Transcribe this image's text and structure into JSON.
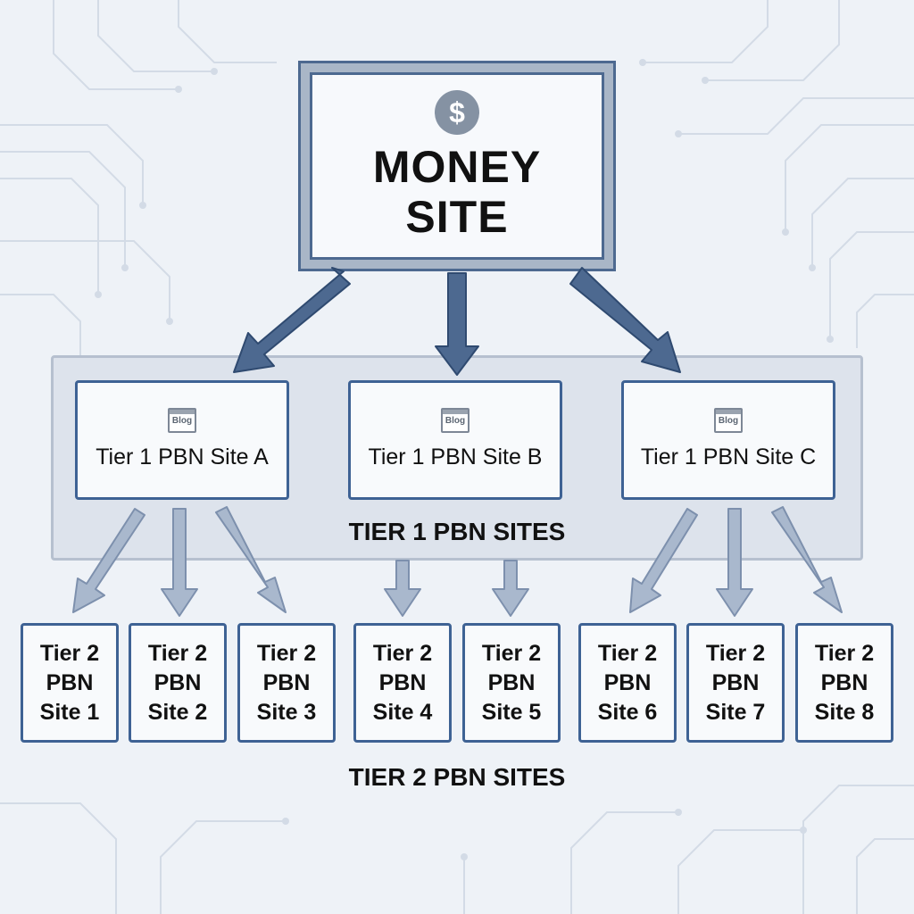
{
  "money_site": {
    "title": "MONEY SITE",
    "icon": "dollar-icon"
  },
  "tier1": {
    "group_title": "TIER 1 PBN SITES",
    "blog_icon_label": "Blog",
    "sites": [
      {
        "label": "Tier 1 PBN Site A"
      },
      {
        "label": "Tier 1 PBN Site B"
      },
      {
        "label": "Tier 1 PBN Site C"
      }
    ]
  },
  "tier2": {
    "group_title": "TIER 2 PBN SITES",
    "sites": [
      {
        "label": "Tier 2 PBN Site 1",
        "parent": "Tier 1 PBN Site A"
      },
      {
        "label": "Tier 2 PBN Site 2",
        "parent": "Tier 1 PBN Site A"
      },
      {
        "label": "Tier 2 PBN Site 3",
        "parent": "Tier 1 PBN Site A"
      },
      {
        "label": "Tier 2 PBN Site 4",
        "parent": "Tier 1 PBN Site B"
      },
      {
        "label": "Tier 2 PBN Site 5",
        "parent": "Tier 1 PBN Site B"
      },
      {
        "label": "Tier 2 PBN Site 6",
        "parent": "Tier 1 PBN Site C"
      },
      {
        "label": "Tier 2 PBN Site 7",
        "parent": "Tier 1 PBN Site C"
      },
      {
        "label": "Tier 2 PBN Site 8",
        "parent": "Tier 1 PBN Site C"
      }
    ]
  },
  "colors": {
    "background": "#eef2f7",
    "box_border": "#3e6294",
    "money_arrow": "#4d6990",
    "tier2_arrow": "#8ea0bd",
    "panel": "#dde3ec"
  }
}
